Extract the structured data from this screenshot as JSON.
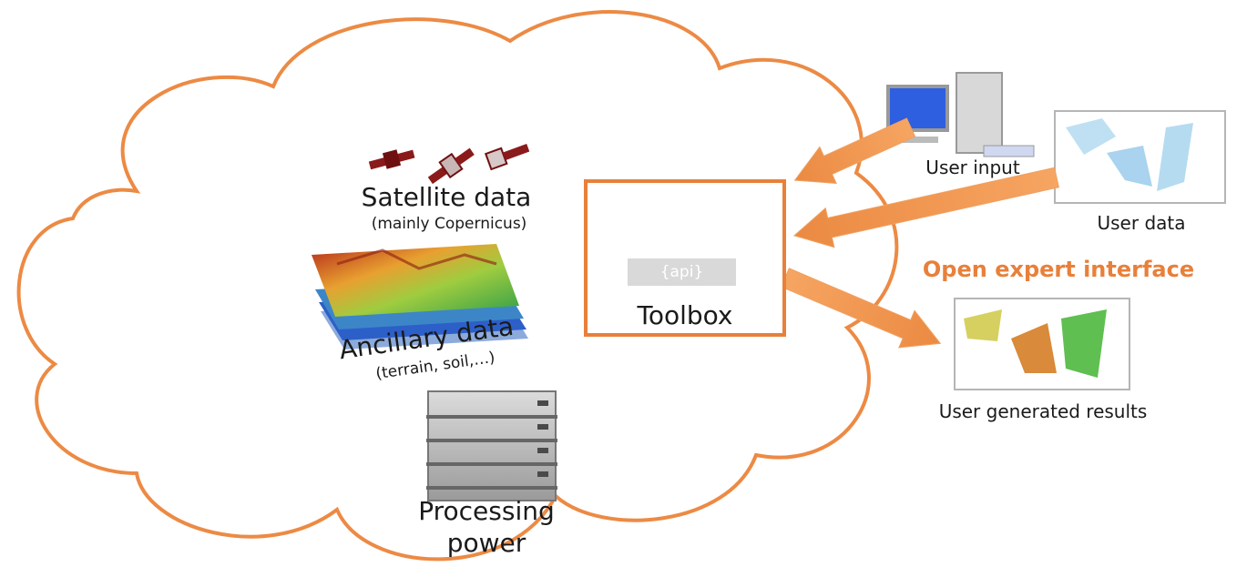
{
  "cloud": {
    "satellite": {
      "title": "Satellite data",
      "subtitle": "(mainly Copernicus)"
    },
    "ancillary": {
      "title": "Ancillary data",
      "subtitle": "(terrain, soil,…)"
    },
    "processing": {
      "line1": "Processing",
      "line2": "power"
    },
    "toolbox": {
      "label": "Toolbox",
      "api": "{api}"
    }
  },
  "external": {
    "user_input": "User input",
    "user_data": "User data",
    "interface": "Open expert interface",
    "results": "User generated results"
  },
  "colors": {
    "accent": "#e8803a",
    "satellite": "#8b1a1a"
  },
  "icons": [
    "satellite-icon",
    "terrain-layers-icon",
    "server-rack-icon",
    "toolbox-icon",
    "computer-icon",
    "map-icon"
  ]
}
